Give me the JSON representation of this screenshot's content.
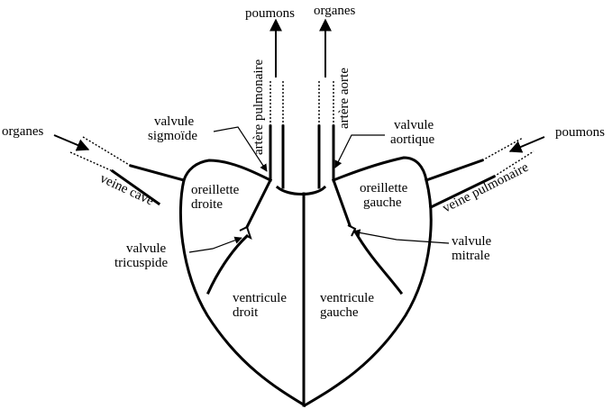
{
  "labels": {
    "top_poumons": "poumons",
    "top_organes": "organes",
    "left_organes": "organes",
    "right_poumons": "poumons",
    "artere_pulmonaire": "artère pulmonaire",
    "artere_aorte": "artère aorte",
    "valvule_sigmoide": [
      "valvule",
      "sigmoïde"
    ],
    "valvule_aortique": [
      "valvule",
      "aortique"
    ],
    "veine_cave": "veine cave",
    "veine_pulmonaire": "veine pulmonaire",
    "oreillette_droite": [
      "oreillette",
      "droite"
    ],
    "oreillette_gauche": [
      "oreillette",
      "gauche"
    ],
    "valvule_tricuspide": [
      "valvule",
      "tricuspide"
    ],
    "valvule_mitrale": [
      "valvule",
      "mitrale"
    ],
    "ventricule_droit": [
      "ventricule",
      "droit"
    ],
    "ventricule_gauche": [
      "ventricule",
      "gauche"
    ]
  }
}
